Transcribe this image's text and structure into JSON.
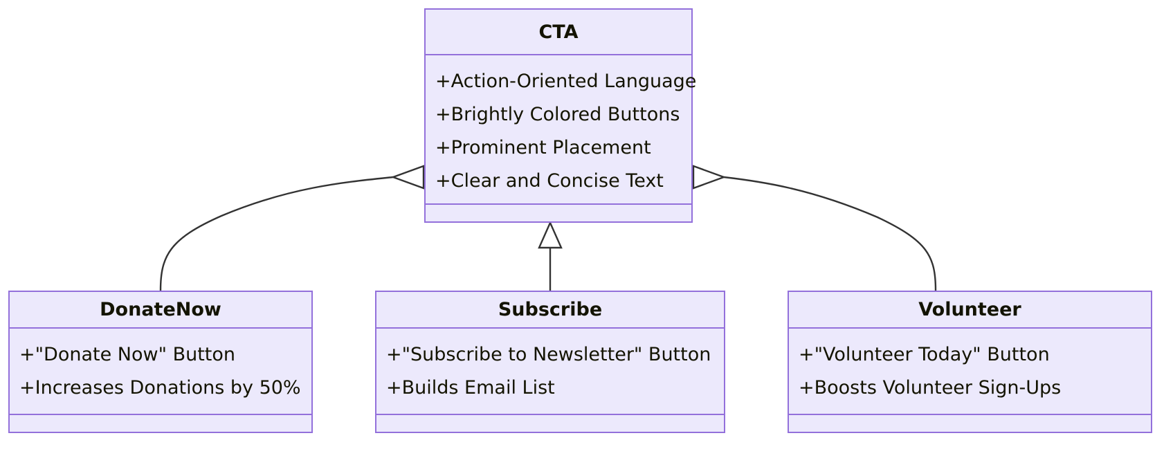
{
  "diagram": {
    "kind": "uml-class-diagram",
    "relationship": "generalization",
    "colors": {
      "node_fill": "#ECE9FC",
      "node_border": "#9370DB",
      "edge_stroke": "#333333",
      "text": "#131300",
      "background": "#FFFFFF"
    },
    "nodes": [
      {
        "id": "cta",
        "title": "CTA",
        "attributes": [
          "+Action-Oriented Language",
          "+Brightly Colored Buttons",
          "+Prominent Placement",
          "+Clear and Concise Text"
        ],
        "methods": []
      },
      {
        "id": "donatenow",
        "title": "DonateNow",
        "attributes": [
          "+\"Donate Now\" Button",
          "+Increases Donations by 50%"
        ],
        "methods": []
      },
      {
        "id": "subscribe",
        "title": "Subscribe",
        "attributes": [
          "+\"Subscribe to Newsletter\" Button",
          "+Builds Email List"
        ],
        "methods": []
      },
      {
        "id": "volunteer",
        "title": "Volunteer",
        "attributes": [
          "+\"Volunteer Today\" Button",
          "+Boosts Volunteer Sign-Ups"
        ],
        "methods": []
      }
    ],
    "edges": [
      {
        "id": "donatenow-to-cta",
        "from": "DonateNow",
        "to": "CTA",
        "type": "generalization",
        "marker": "hollow-triangle"
      },
      {
        "id": "subscribe-to-cta",
        "from": "Subscribe",
        "to": "CTA",
        "type": "generalization",
        "marker": "hollow-triangle"
      },
      {
        "id": "volunteer-to-cta",
        "from": "Volunteer",
        "to": "CTA",
        "type": "generalization",
        "marker": "hollow-triangle"
      }
    ]
  }
}
